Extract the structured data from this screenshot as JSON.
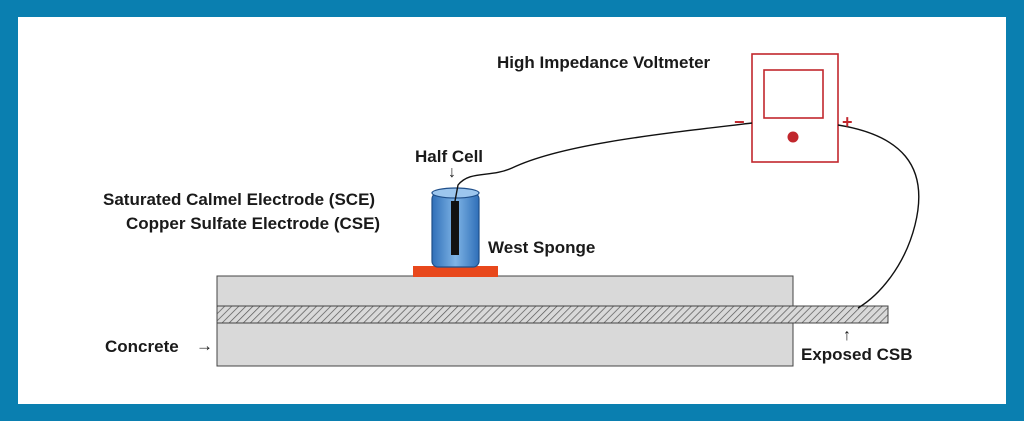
{
  "diagram": {
    "voltmeter_label": "High Impedance Voltmeter",
    "minus_sign": "−",
    "plus_sign": "+",
    "half_cell_label": "Half Cell",
    "electrode_line1": "Saturated Calmel Electrode (SCE)",
    "electrode_line2": "Copper Sulfate Electrode (CSE)",
    "sponge_label": "West Sponge",
    "concrete_label": "Concrete",
    "exposed_label": "Exposed CSB"
  },
  "colors": {
    "border": "#0a7fb0",
    "voltmeter": "#c1272d",
    "sponge": "#e8481c",
    "half_cell": "#4a90d0",
    "concrete": "#d9d9d9"
  },
  "icons": {
    "arrow_right": "→",
    "arrow_down": "↓",
    "arrow_up": "↑"
  }
}
